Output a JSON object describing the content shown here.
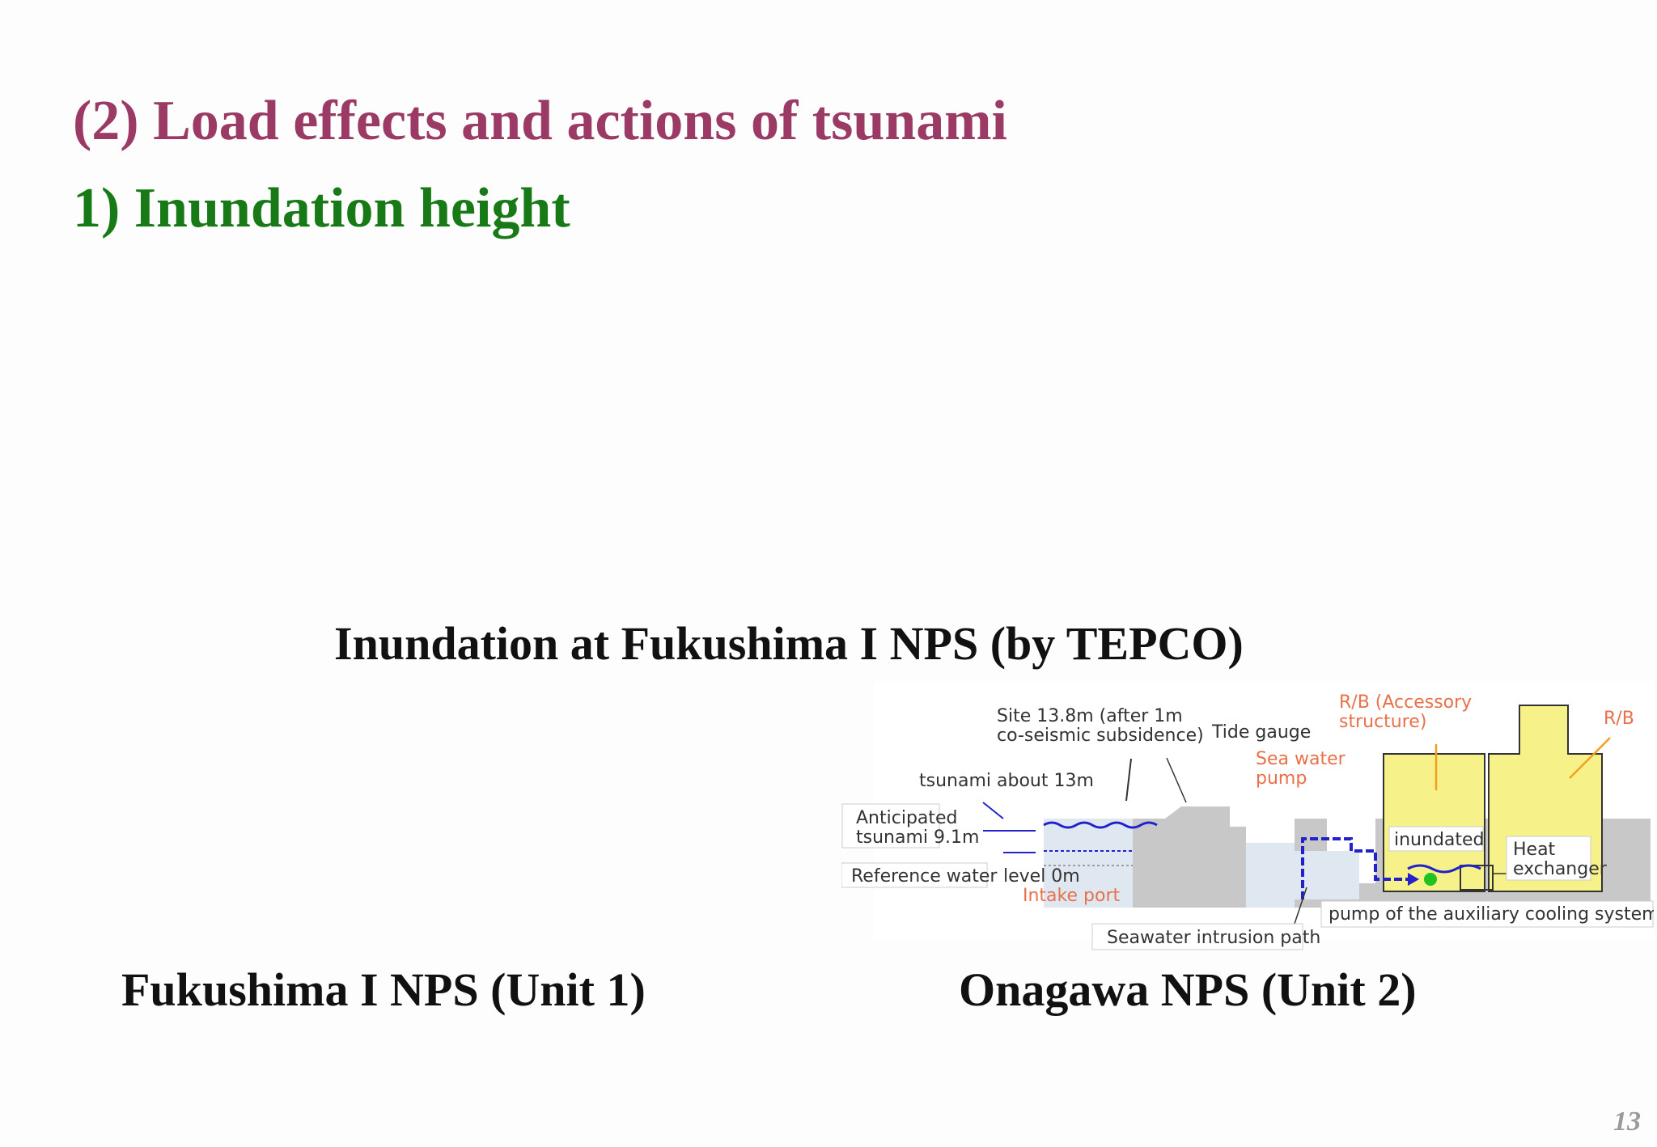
{
  "slide": {
    "title": "(2) Load effects and actions of tsunami",
    "subtitle": "1) Inundation height",
    "page_number": "13"
  },
  "figure": {
    "caption_top": "Inundation at Fukushima I NPS (by TEPCO)",
    "caption_left": "Fukushima I NPS (Unit 1)",
    "caption_right": "Onagawa NPS (Unit 2)"
  },
  "diagram": {
    "labels": {
      "site": [
        "Site 13.8m (after 1m",
        "co-seismic subsidence)"
      ],
      "tide_gauge": "Tide gauge",
      "rb_accessory": [
        "R/B (Accessory",
        "structure)"
      ],
      "rb": "R/B",
      "sea_water_pump": [
        "Sea water",
        "pump"
      ],
      "tsunami_13m": "tsunami about 13m",
      "anticipated": [
        "Anticipated",
        "tsunami 9.1m"
      ],
      "reference_water": [
        "Reference water",
        "level 0m"
      ],
      "intake_port": "Intake port",
      "inundated": "inundated",
      "heat_exchanger": [
        "Heat",
        "exchanger"
      ],
      "aux_pump": "pump of the auxiliary cooling system",
      "seawater_path": "Seawater intrusion path"
    },
    "colors": {
      "orange_label": "#e8704a",
      "water": "#2222cc",
      "building": "#f7f18a",
      "concrete": "#c8c8c8"
    }
  }
}
